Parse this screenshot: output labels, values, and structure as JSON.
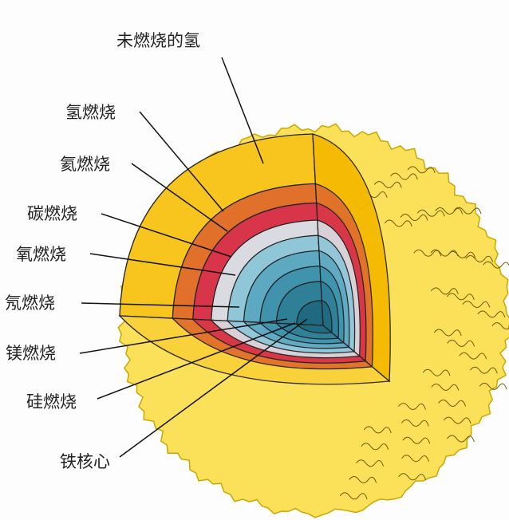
{
  "labels": [
    {
      "text": "未燃烧的氢"
    },
    {
      "text": "氢燃烧"
    },
    {
      "text": "氦燃烧"
    },
    {
      "text": "碳燃烧"
    },
    {
      "text": "氧燃烧"
    },
    {
      "text": "氖燃烧"
    },
    {
      "text": "镁燃烧"
    },
    {
      "text": "硅燃烧"
    },
    {
      "text": "铁核心"
    }
  ],
  "layers": [
    {
      "name": "unburned-hydrogen",
      "color": "#f7c51e"
    },
    {
      "name": "hydrogen-burning",
      "color": "#e0702a"
    },
    {
      "name": "helium-burning",
      "color": "#d8344a"
    },
    {
      "name": "carbon-burning",
      "color": "#d9dbe0"
    },
    {
      "name": "oxygen-burning",
      "color": "#8fc6d8"
    },
    {
      "name": "neon-burning",
      "color": "#5ea9c2"
    },
    {
      "name": "magnesium-burning",
      "color": "#3f93ad"
    },
    {
      "name": "silicon-burning",
      "color": "#2f7f97"
    },
    {
      "name": "iron-core",
      "color": "#1f6a80"
    }
  ],
  "colors": {
    "sphere": "#fbe15a",
    "sphere_edge": "#c9a800",
    "line": "#111111"
  }
}
